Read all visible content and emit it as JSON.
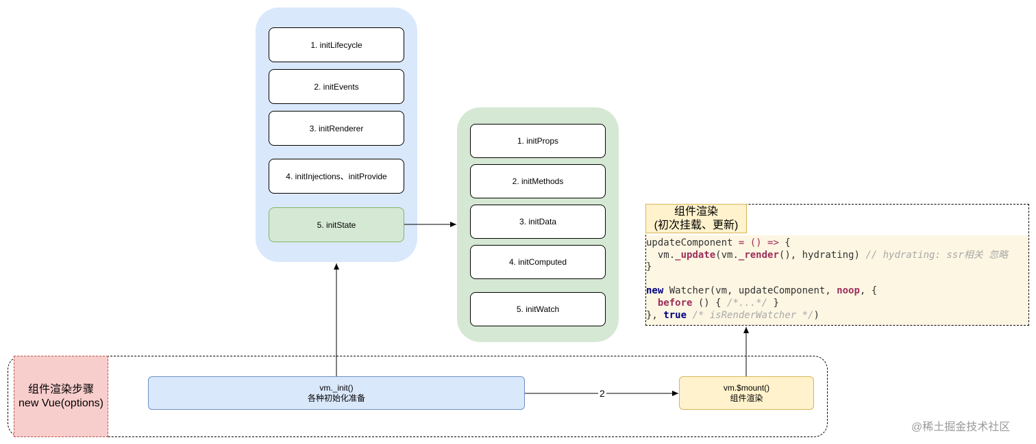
{
  "colors": {
    "lifecycle_panel": "#dae8fc",
    "state_panel": "#d5e8d4",
    "init_box_fill": "#dae8fc",
    "init_box_border": "#6c8ebf",
    "mount_box_fill": "#fff2cc",
    "mount_box_border": "#d6b656",
    "highlight_box": "#d5e8d4"
  },
  "init_steps": [
    {
      "label": "1. initLifecycle"
    },
    {
      "label": "2. initEvents"
    },
    {
      "label": "3. initRenderer"
    },
    {
      "label": "4. initInjections、initProvide"
    },
    {
      "label": "5. initState",
      "highlight": true
    }
  ],
  "state_steps": [
    {
      "label": "1. initProps"
    },
    {
      "label": "2. initMethods"
    },
    {
      "label": "3. initData"
    },
    {
      "label": "4. initComputed"
    },
    {
      "label": "5. initWatch"
    }
  ],
  "render_steps": {
    "title_line1": "组件渲染步骤",
    "title_line2": "new Vue(options)",
    "init_call": "vm._init()",
    "init_desc": "各种初始化准备",
    "edge_label": "2",
    "mount_call": "vm.$mount()",
    "mount_desc": "组件渲染"
  },
  "code_panel": {
    "title_line1": "组件渲染",
    "title_line2": "(初次挂载、更新)",
    "line1": {
      "a": "updateComponent ",
      "b": "= () => ",
      "c": "{"
    },
    "line2": {
      "a": "  vm.",
      "b": "_update",
      "c": "(vm.",
      "d": "_render",
      "e": "(), hydrating) ",
      "f": "// hydrating: ssr相关 忽略"
    },
    "line3": "}",
    "line5": {
      "a": "new",
      "b": " Watcher(vm, updateComponent, ",
      "c": "noop",
      "d": ", {"
    },
    "line6": {
      "a": "  ",
      "b": "before",
      "c": " () { ",
      "d": "/*...*/",
      "e": " }"
    },
    "line7": {
      "a": "}, ",
      "b": "true",
      "c": " ",
      "d": "/* isRenderWatcher */",
      "e": ")"
    }
  },
  "watermark": "@稀土掘金技术社区"
}
